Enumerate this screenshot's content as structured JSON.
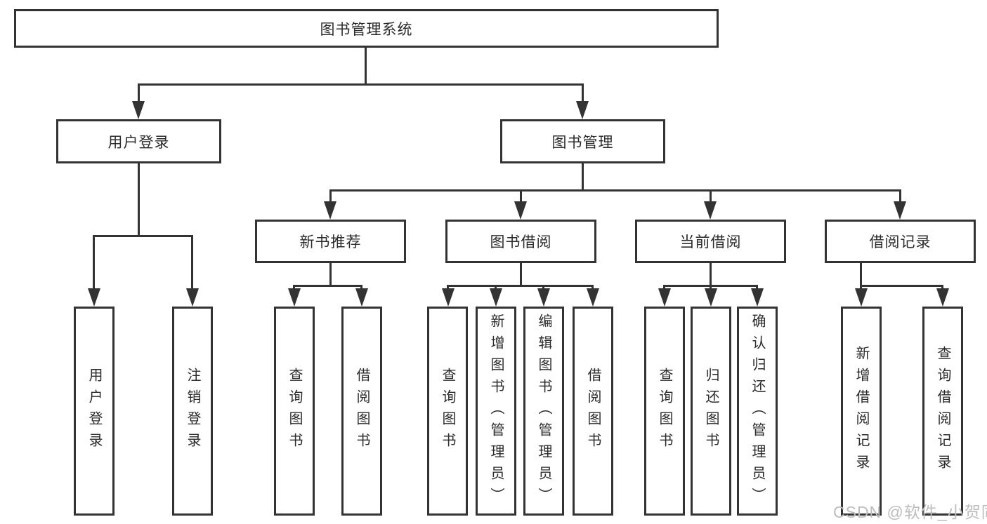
{
  "colors": {
    "line": "#333333",
    "text": "#2b2b2b",
    "bg": "#ffffff",
    "watermark": "#bdbdbd"
  },
  "diagram": {
    "root": {
      "label": "图书管理系统"
    },
    "level2": [
      {
        "label": "用户登录"
      },
      {
        "label": "图书管理"
      }
    ],
    "level3": [
      {
        "label": "新书推荐"
      },
      {
        "label": "图书借阅"
      },
      {
        "label": "当前借阅"
      },
      {
        "label": "借阅记录"
      }
    ],
    "leaves": {
      "user_login": [
        "用户登录",
        "注销登录"
      ],
      "new_book": [
        "查询图书",
        "借阅图书"
      ],
      "book_borrow": [
        "查询图书",
        "新增图书（管理员）",
        "编辑图书（管理员）",
        "借阅图书"
      ],
      "current_borrow": [
        "查询图书",
        "归还图书",
        "确认归还（管理员）"
      ],
      "borrow_record": [
        "新增借阅记录",
        "查询借阅记录"
      ]
    }
  },
  "watermark": {
    "text": "CSDN @软件_小贺同学"
  }
}
